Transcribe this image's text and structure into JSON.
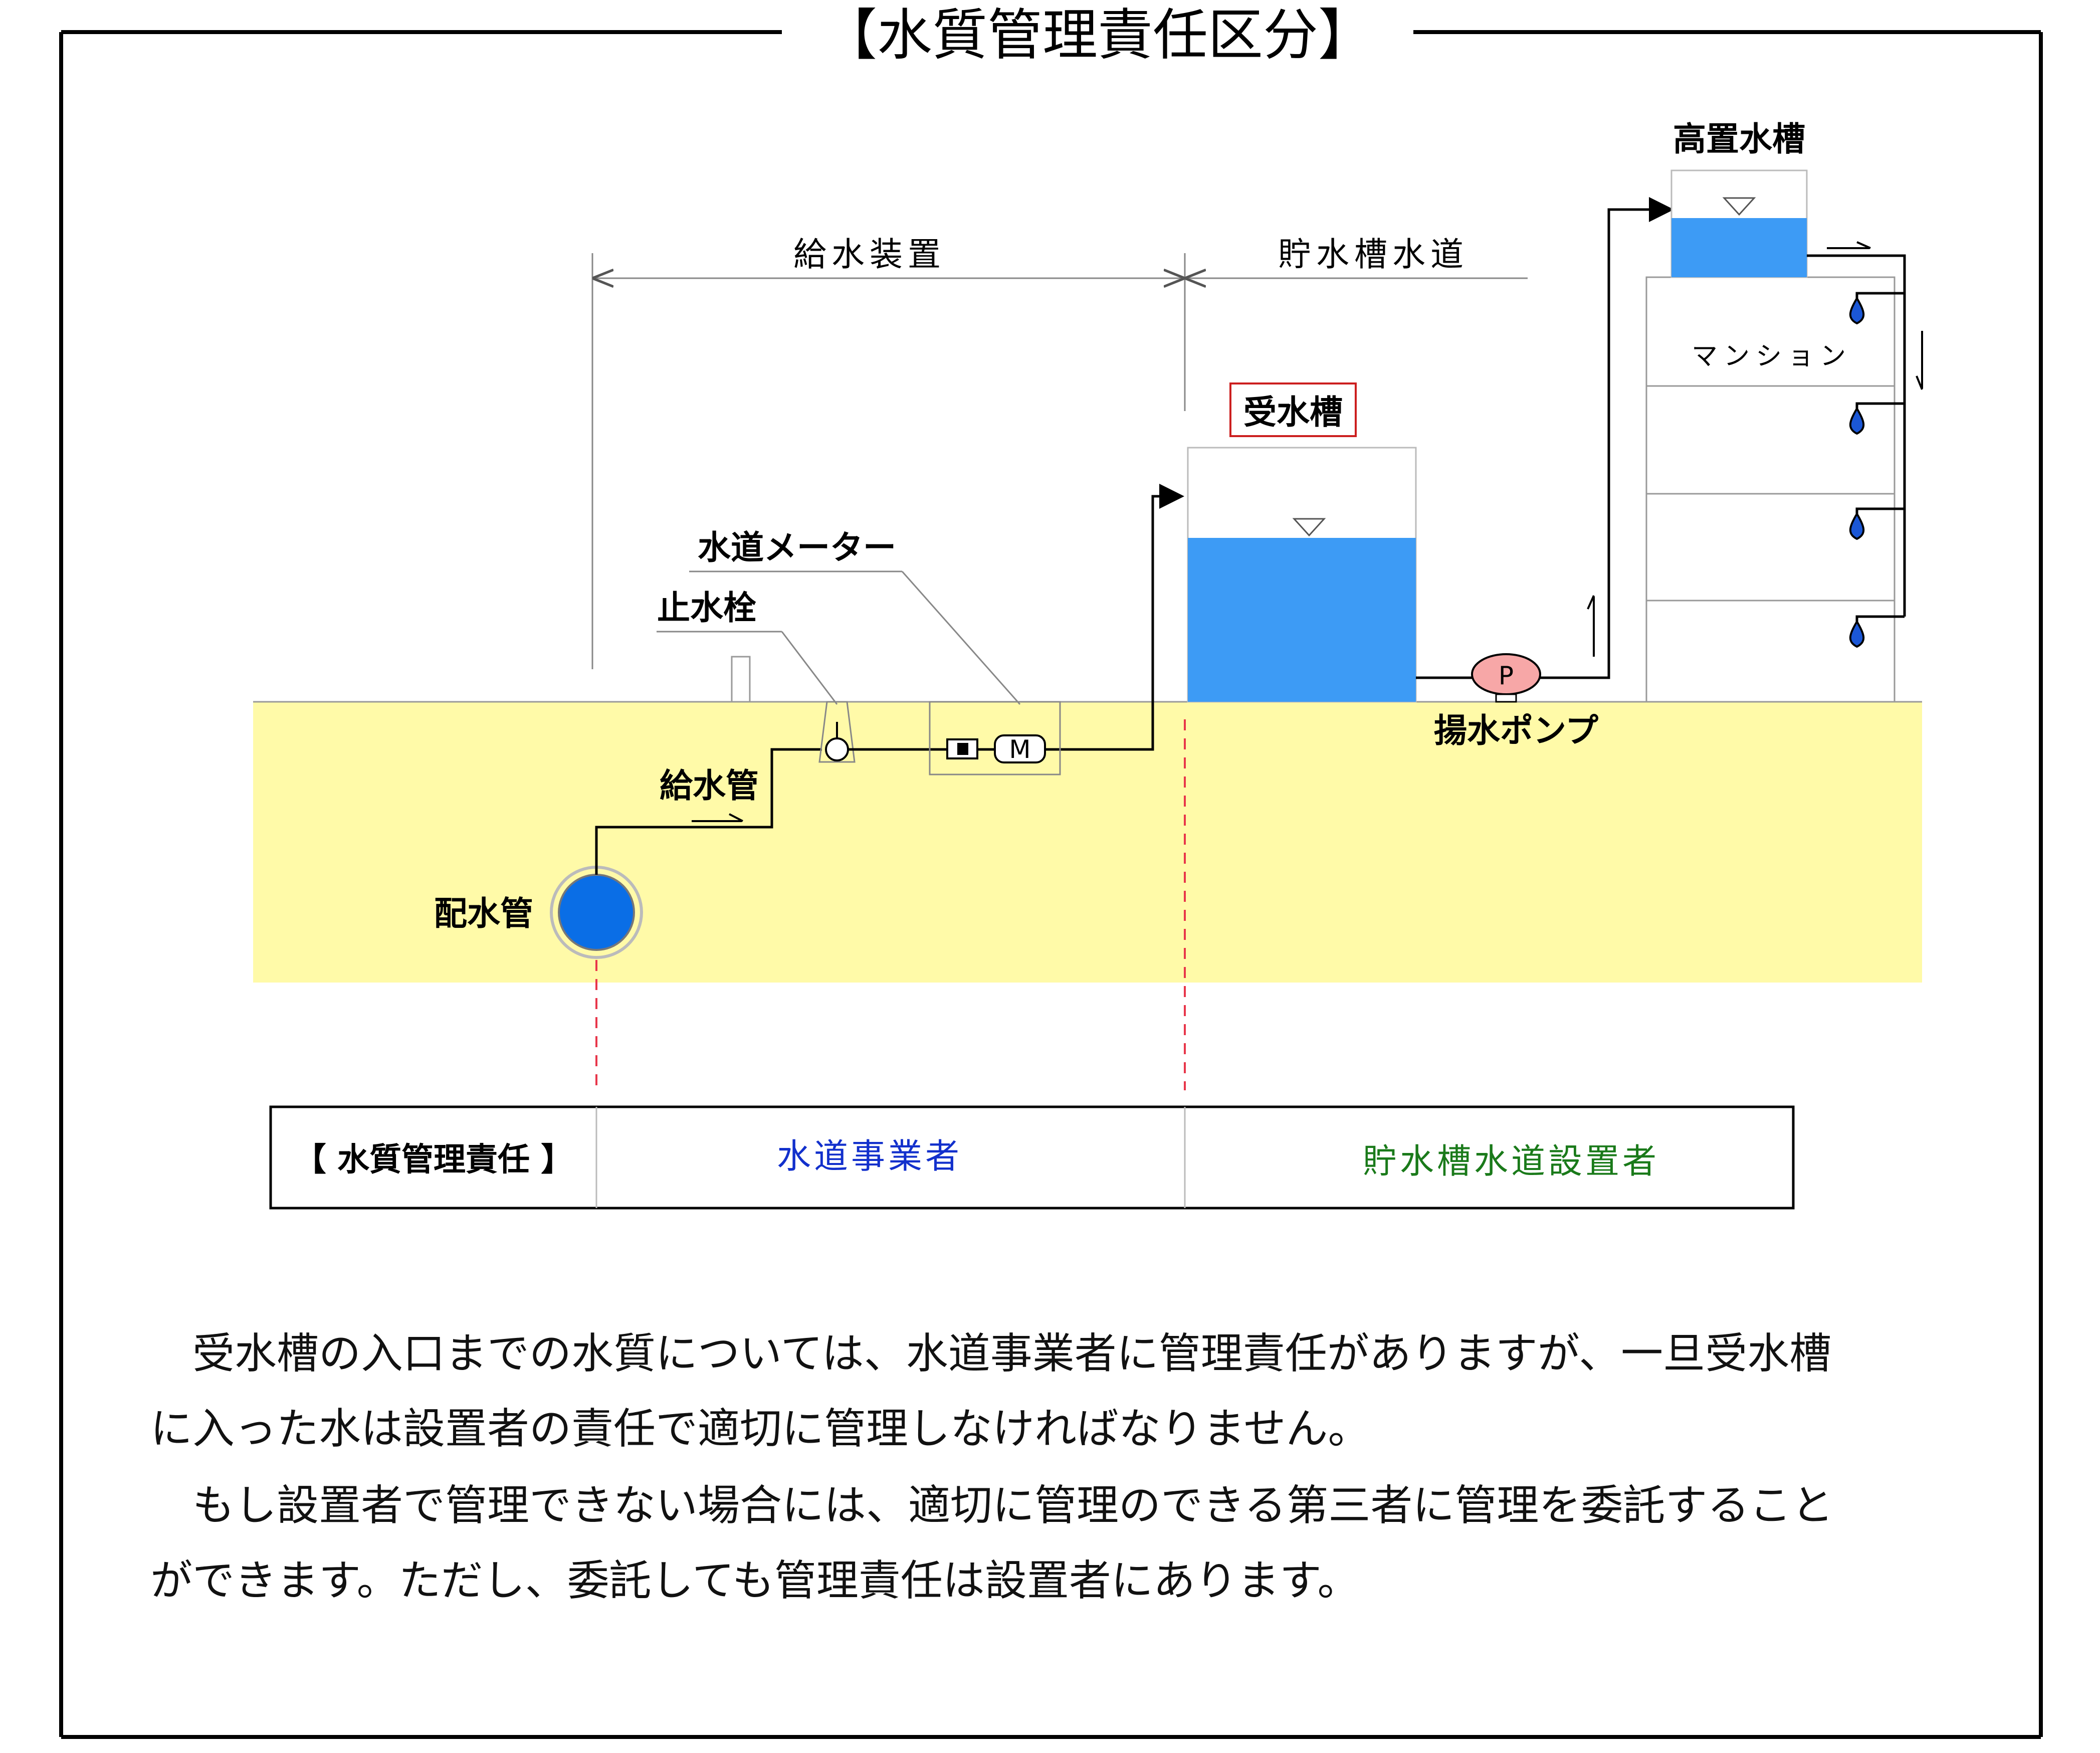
{
  "title": "【水質管理責任区分】",
  "dimensions": {
    "supply_equipment": "給水装置",
    "storage_tank_waterworks": "貯水槽水道"
  },
  "labels": {
    "elevated_tank": "高置水槽",
    "receiving_tank": "受水槽",
    "apartment": "マンション",
    "water_meter": "水道メーター",
    "stop_valve": "止水栓",
    "service_pipe": "給水管",
    "distribution_main": "配水管",
    "pump": "揚水ポンプ",
    "pump_symbol": "P",
    "meter_symbol": "M"
  },
  "responsibility": {
    "header": "【 水質管理責任 】",
    "utility": "水道事業者",
    "installer": "貯水槽水道設置者"
  },
  "colors": {
    "water": "#3d9bf5",
    "ground": "#fffaa8",
    "pipe_main": "#0a6ee6",
    "drop": "#1b57d6",
    "pump_fill": "#f7a7a7",
    "dashed": "#e8364a",
    "utility_text": "#1230cc",
    "installer_text": "#1a7a1a",
    "tank_label_border": "#cc1f1f"
  },
  "paragraphs": [
    "　受水槽の入口までの水質については、水道事業者に管理責任がありますが、一旦受水槽",
    "に入った水は設置者の責任で適切に管理しなければなりません。",
    "　もし設置者で管理できない場合には、適切に管理のできる第三者に管理を委託すること",
    "ができます。ただし、委託しても管理責任は設置者にあります。"
  ]
}
